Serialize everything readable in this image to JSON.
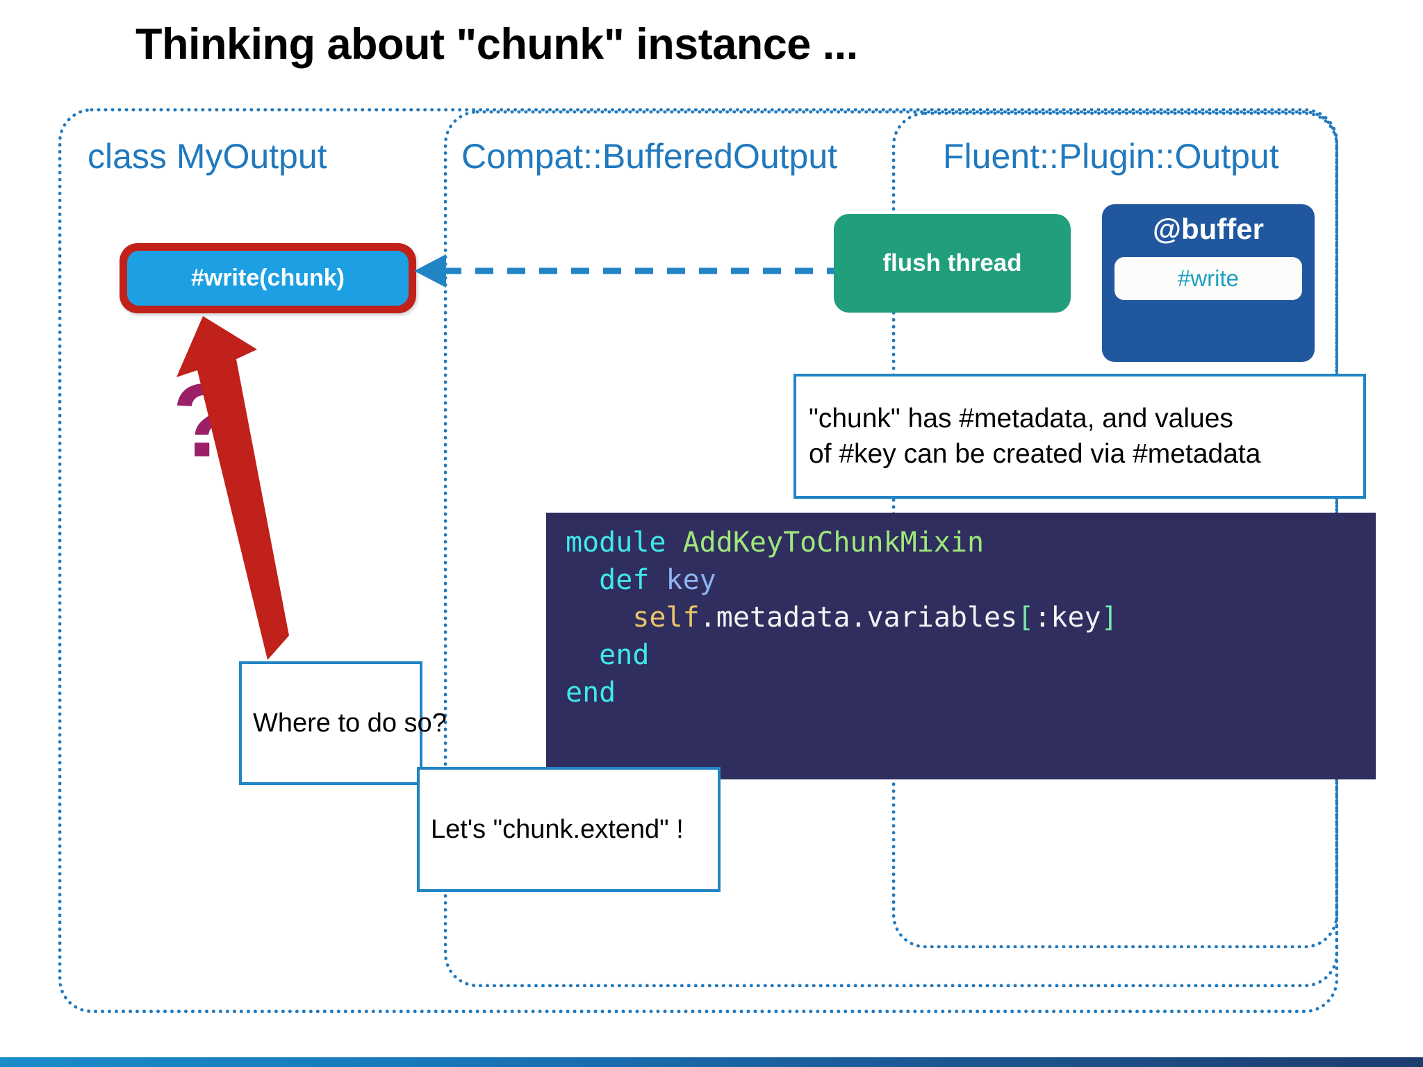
{
  "slide": {
    "title": "Thinking about \"chunk\" instance ...",
    "accent_blue": "#2179BE",
    "highlight_red": "#C0211A",
    "pill_blue": "#1CA0E3",
    "green": "#219E7C",
    "buffer_blue": "#21579F",
    "question_purple": "#9B2068",
    "code_bg": "#302E5E"
  },
  "containers": [
    {
      "id": "myoutput",
      "label": "class MyOutput"
    },
    {
      "id": "compat",
      "label": "Compat::BufferedOutput"
    },
    {
      "id": "fluent",
      "label": "Fluent::Plugin::Output"
    }
  ],
  "nodes": {
    "write_chunk": {
      "label": "#write(chunk)"
    },
    "flush_thread": {
      "label": "flush thread"
    },
    "buffer": {
      "title": "@buffer",
      "method": "#write"
    }
  },
  "callouts": {
    "metadata": {
      "line1": "\"chunk\" has #metadata, and values",
      "line2": "of #key can be created via #metadata"
    },
    "where": {
      "text": "Where to do so?"
    },
    "extend": {
      "text": "Let's \"chunk.extend\" !"
    }
  },
  "annotations": {
    "question_mark": "?"
  },
  "code": {
    "language": "ruby",
    "lines": [
      {
        "tokens": [
          {
            "t": "module ",
            "c": "kw"
          },
          {
            "t": "AddKeyToChunkMixin",
            "c": "cls"
          }
        ]
      },
      {
        "tokens": [
          {
            "t": "  def ",
            "c": "kw"
          },
          {
            "t": "key",
            "c": "mth"
          }
        ]
      },
      {
        "tokens": [
          {
            "t": "    self",
            "c": "self"
          },
          {
            "t": ".metadata.variables",
            "c": "plain"
          },
          {
            "t": "[",
            "c": "sym"
          },
          {
            "t": ":key",
            "c": "plain"
          },
          {
            "t": "]",
            "c": "sym"
          }
        ]
      },
      {
        "tokens": [
          {
            "t": "  end",
            "c": "kw"
          }
        ]
      },
      {
        "tokens": [
          {
            "t": "end",
            "c": "kw"
          }
        ]
      }
    ]
  }
}
